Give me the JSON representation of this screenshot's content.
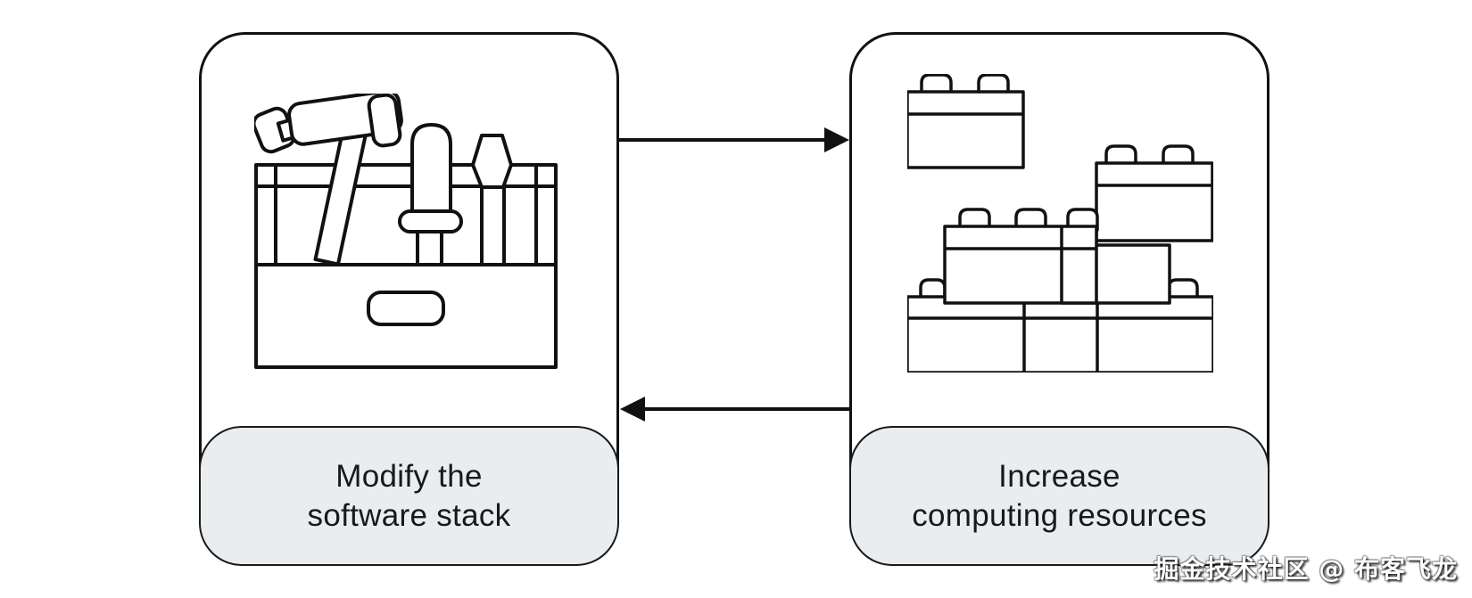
{
  "cards": [
    {
      "name": "modify-software-stack",
      "icon": "toolbox-icon",
      "label_line1": "Modify the",
      "label_line2": "software stack"
    },
    {
      "name": "increase-computing-resources",
      "icon": "lego-bricks-icon",
      "label_line1": "Increase",
      "label_line2": "computing resources"
    }
  ],
  "arrows": [
    {
      "direction": "right"
    },
    {
      "direction": "left"
    }
  ],
  "watermark": "掘金技术社区 @ 布客飞龙",
  "colors": {
    "background": "#ffffff",
    "stroke": "#111111",
    "label_bg": "#e9edf0",
    "label_text": "#17191c",
    "watermark_text": "#ffffff"
  }
}
